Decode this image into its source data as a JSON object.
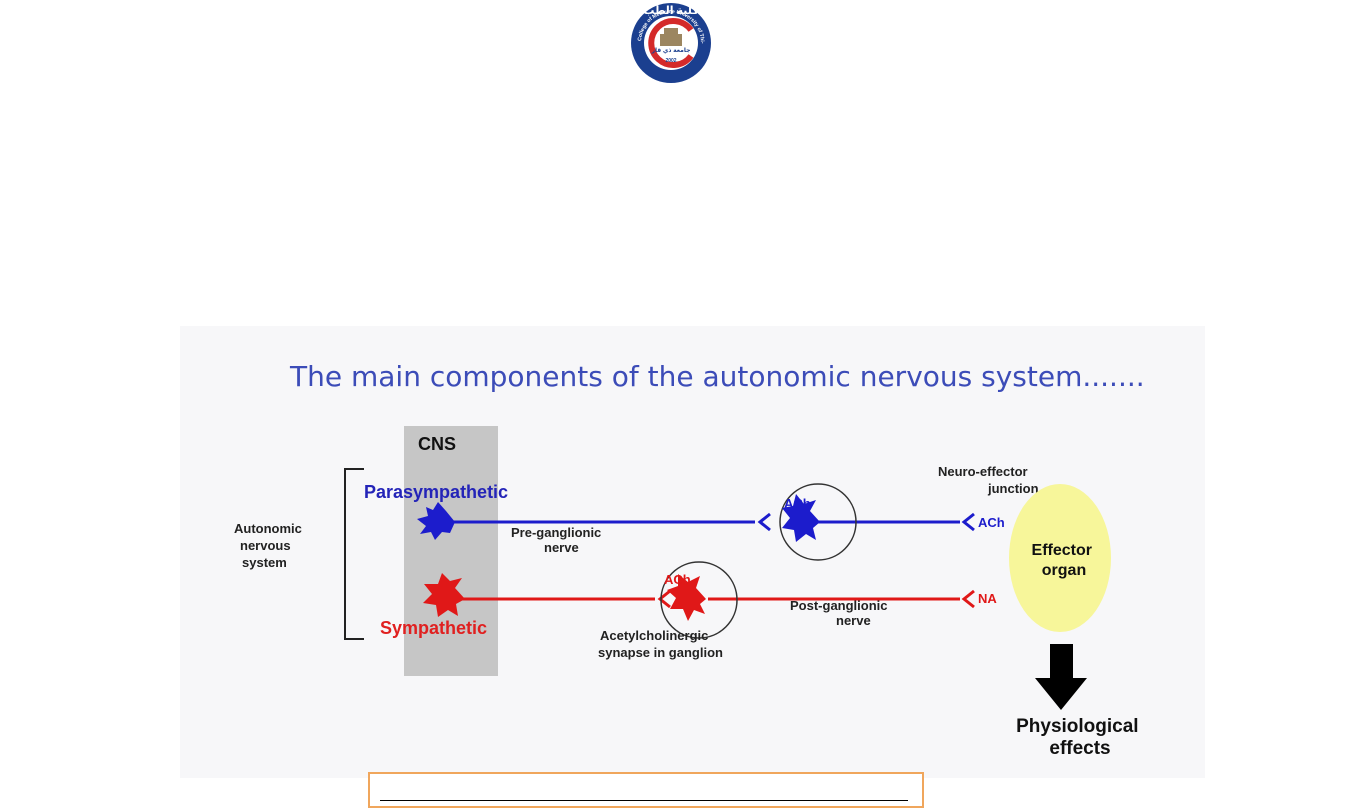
{
  "logo": {
    "arabic_top": "كلية الطب",
    "arabic_center": "جامعة ذي قار",
    "english_ring": "College of Medicine University of Thi-Qar",
    "year": "2002"
  },
  "figure": {
    "title": "The main components of the autonomic nervous system.......",
    "labels": {
      "cns": "CNS",
      "autonomic": [
        "Autonomic",
        "nervous",
        "system"
      ],
      "parasympathetic": "Parasympathetic",
      "sympathetic": "Sympathetic",
      "pre_ganglionic": [
        "Pre-ganglionic",
        "nerve"
      ],
      "post_ganglionic": [
        "Post-ganglionic",
        "nerve"
      ],
      "ach_ganglion_top": "ACh",
      "ach_ganglion_bottom": "ACh",
      "ach_junction": "ACh",
      "na_junction": "NA",
      "neuro_effector": [
        "Neuro-effector",
        "junction"
      ],
      "acetylcholinergic": [
        "Acetylcholinergic",
        "synapse in ganglion"
      ],
      "effector": [
        "Effector",
        "organ"
      ],
      "physiological": [
        "Physiological",
        "effects"
      ]
    },
    "colors": {
      "parasympathetic": "#1c1ccc",
      "sympathetic": "#e01818",
      "cns_bar": "#c6c6c6",
      "effector": "#f7f69a",
      "caption_border": "#f0a65c"
    }
  },
  "caption": ""
}
